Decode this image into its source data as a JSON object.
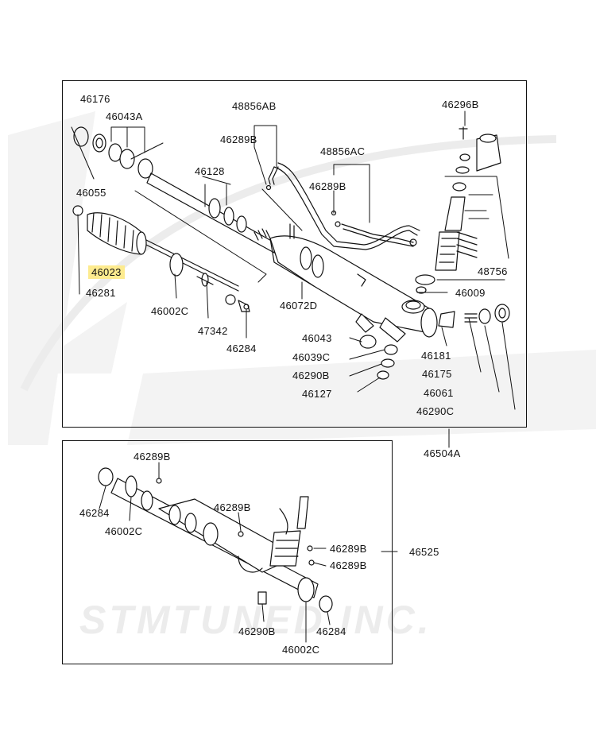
{
  "highlight_color": "#fdeb8f",
  "watermark": "STMTUNED INC.",
  "upper_assembly": {
    "part_number": "46504A",
    "labels": {
      "p46176": "46176",
      "p46043A": "46043A",
      "p46055": "46055",
      "p46023": "46023",
      "p46281": "46281",
      "p46002C": "46002C",
      "p47342": "47342",
      "p46284": "46284",
      "p48856AB": "48856AB",
      "p46289B_a": "46289B",
      "p46128": "46128",
      "p48856AC": "48856AC",
      "p46289B_b": "46289B",
      "p46072D": "46072D",
      "p46296B": "46296B",
      "p48756": "48756",
      "p46009": "46009",
      "p46043": "46043",
      "p46039C": "46039C",
      "p46290B": "46290B",
      "p46127": "46127",
      "p46181": "46181",
      "p46175": "46175",
      "p46061": "46061",
      "p46290C": "46290C"
    }
  },
  "lower_assembly": {
    "part_number": "46525",
    "labels": {
      "p46289B_top": "46289B",
      "p46284_left": "46284",
      "p46002C_left": "46002C",
      "p46289B_mid": "46289B",
      "p46289B_r1": "46289B",
      "p46289B_r2": "46289B",
      "p46290B": "46290B",
      "p46284_right": "46284",
      "p46002C_right": "46002C"
    }
  }
}
